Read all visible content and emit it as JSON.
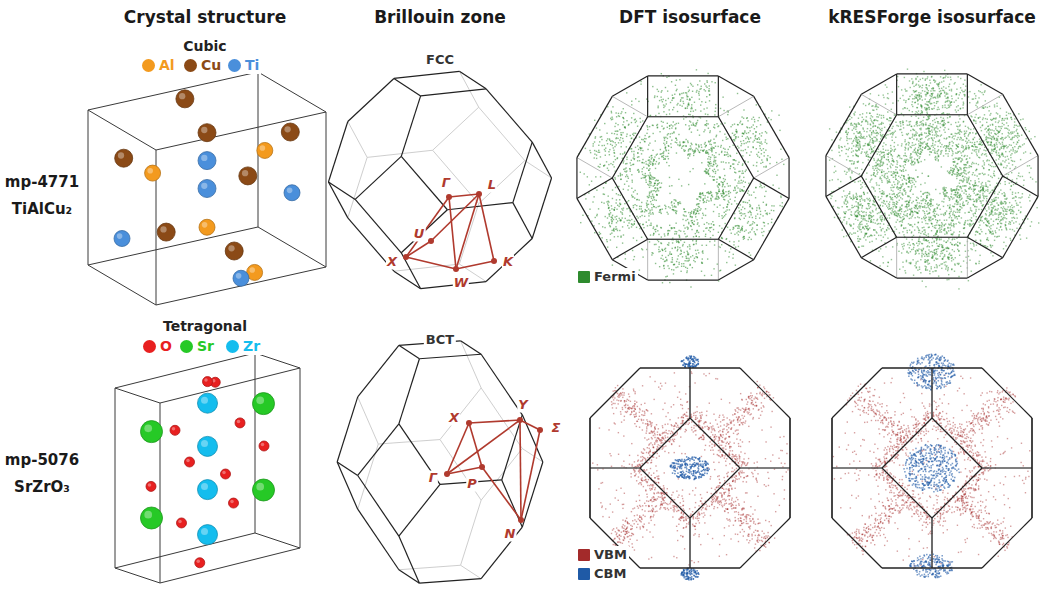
{
  "diagram": {
    "labels": [
      "Crystal structure",
      "Brillouin zone",
      "DFT isosurface",
      "kRESForge isosurface",
      "mp-4771",
      "TiAlCu₂",
      "mp-5076",
      "SrZrO₃",
      "Cubic",
      "Tetragonal",
      "FCC",
      "BCT",
      "Γ",
      "L",
      "X",
      "U",
      "W",
      "K",
      "X",
      "Y",
      "Σ",
      "Γ",
      "P",
      "N"
    ],
    "legend": [
      {
        "text": "Al",
        "color": "#f39a1e"
      },
      {
        "text": "Cu",
        "color": "#8b4a16"
      },
      {
        "text": "Ti",
        "color": "#4a8fdb"
      },
      {
        "text": "O",
        "color": "#e82020"
      },
      {
        "text": "Sr",
        "color": "#26c926"
      },
      {
        "text": "Zr",
        "color": "#14bdee"
      },
      {
        "text": "Fermi",
        "color": "#2e8b2e"
      },
      {
        "text": "VBM",
        "color": "#a32a2a"
      },
      {
        "text": "CBM",
        "color": "#1f5aa6"
      }
    ]
  }
}
